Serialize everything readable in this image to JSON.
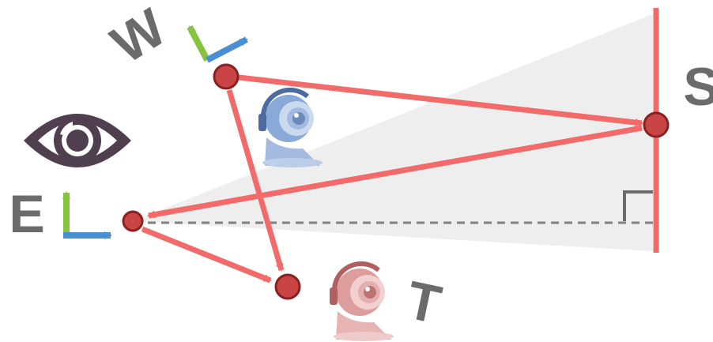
{
  "labels": {
    "world": "W",
    "screen": "S",
    "eye": "E",
    "target": "T"
  },
  "icons": {
    "eye": "eye-icon",
    "world_camera": "webcam-icon",
    "target_camera": "webcam-icon"
  },
  "colors": {
    "arrow": "#f26b6b",
    "point_fill": "#c94444",
    "point_stroke": "#8a2020",
    "axis_up": "#86c440",
    "axis_right": "#4a8fd4",
    "label": "#6b6b6b",
    "frustum": "#eeeeee",
    "eye_icon": "#4f3f4f",
    "world_camera": "#6f93c9",
    "target_camera": "#c96f6f",
    "dashed_line": "#808080"
  }
}
